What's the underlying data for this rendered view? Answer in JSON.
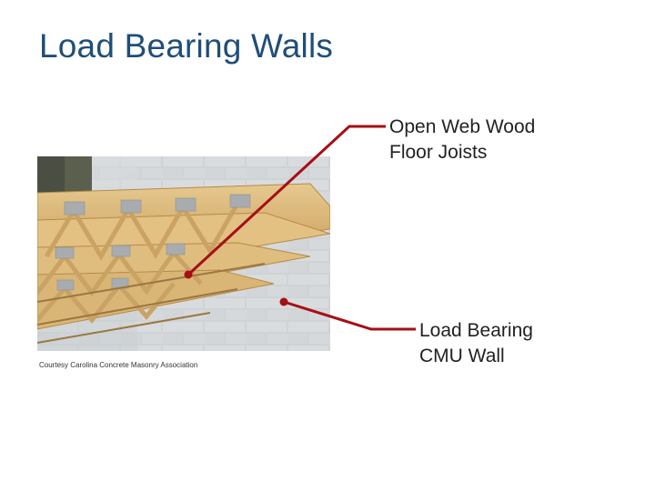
{
  "slide": {
    "title": "Load Bearing Walls",
    "photo_credit": "Courtesy Carolina Concrete Masonry Association",
    "callouts": [
      {
        "line1": "Open Web Wood",
        "line2": "Floor Joists"
      },
      {
        "line1": "Load Bearing",
        "line2": "CMU Wall"
      }
    ]
  },
  "colors": {
    "title": "#1f4e79",
    "leader_line": "#a50f15"
  }
}
